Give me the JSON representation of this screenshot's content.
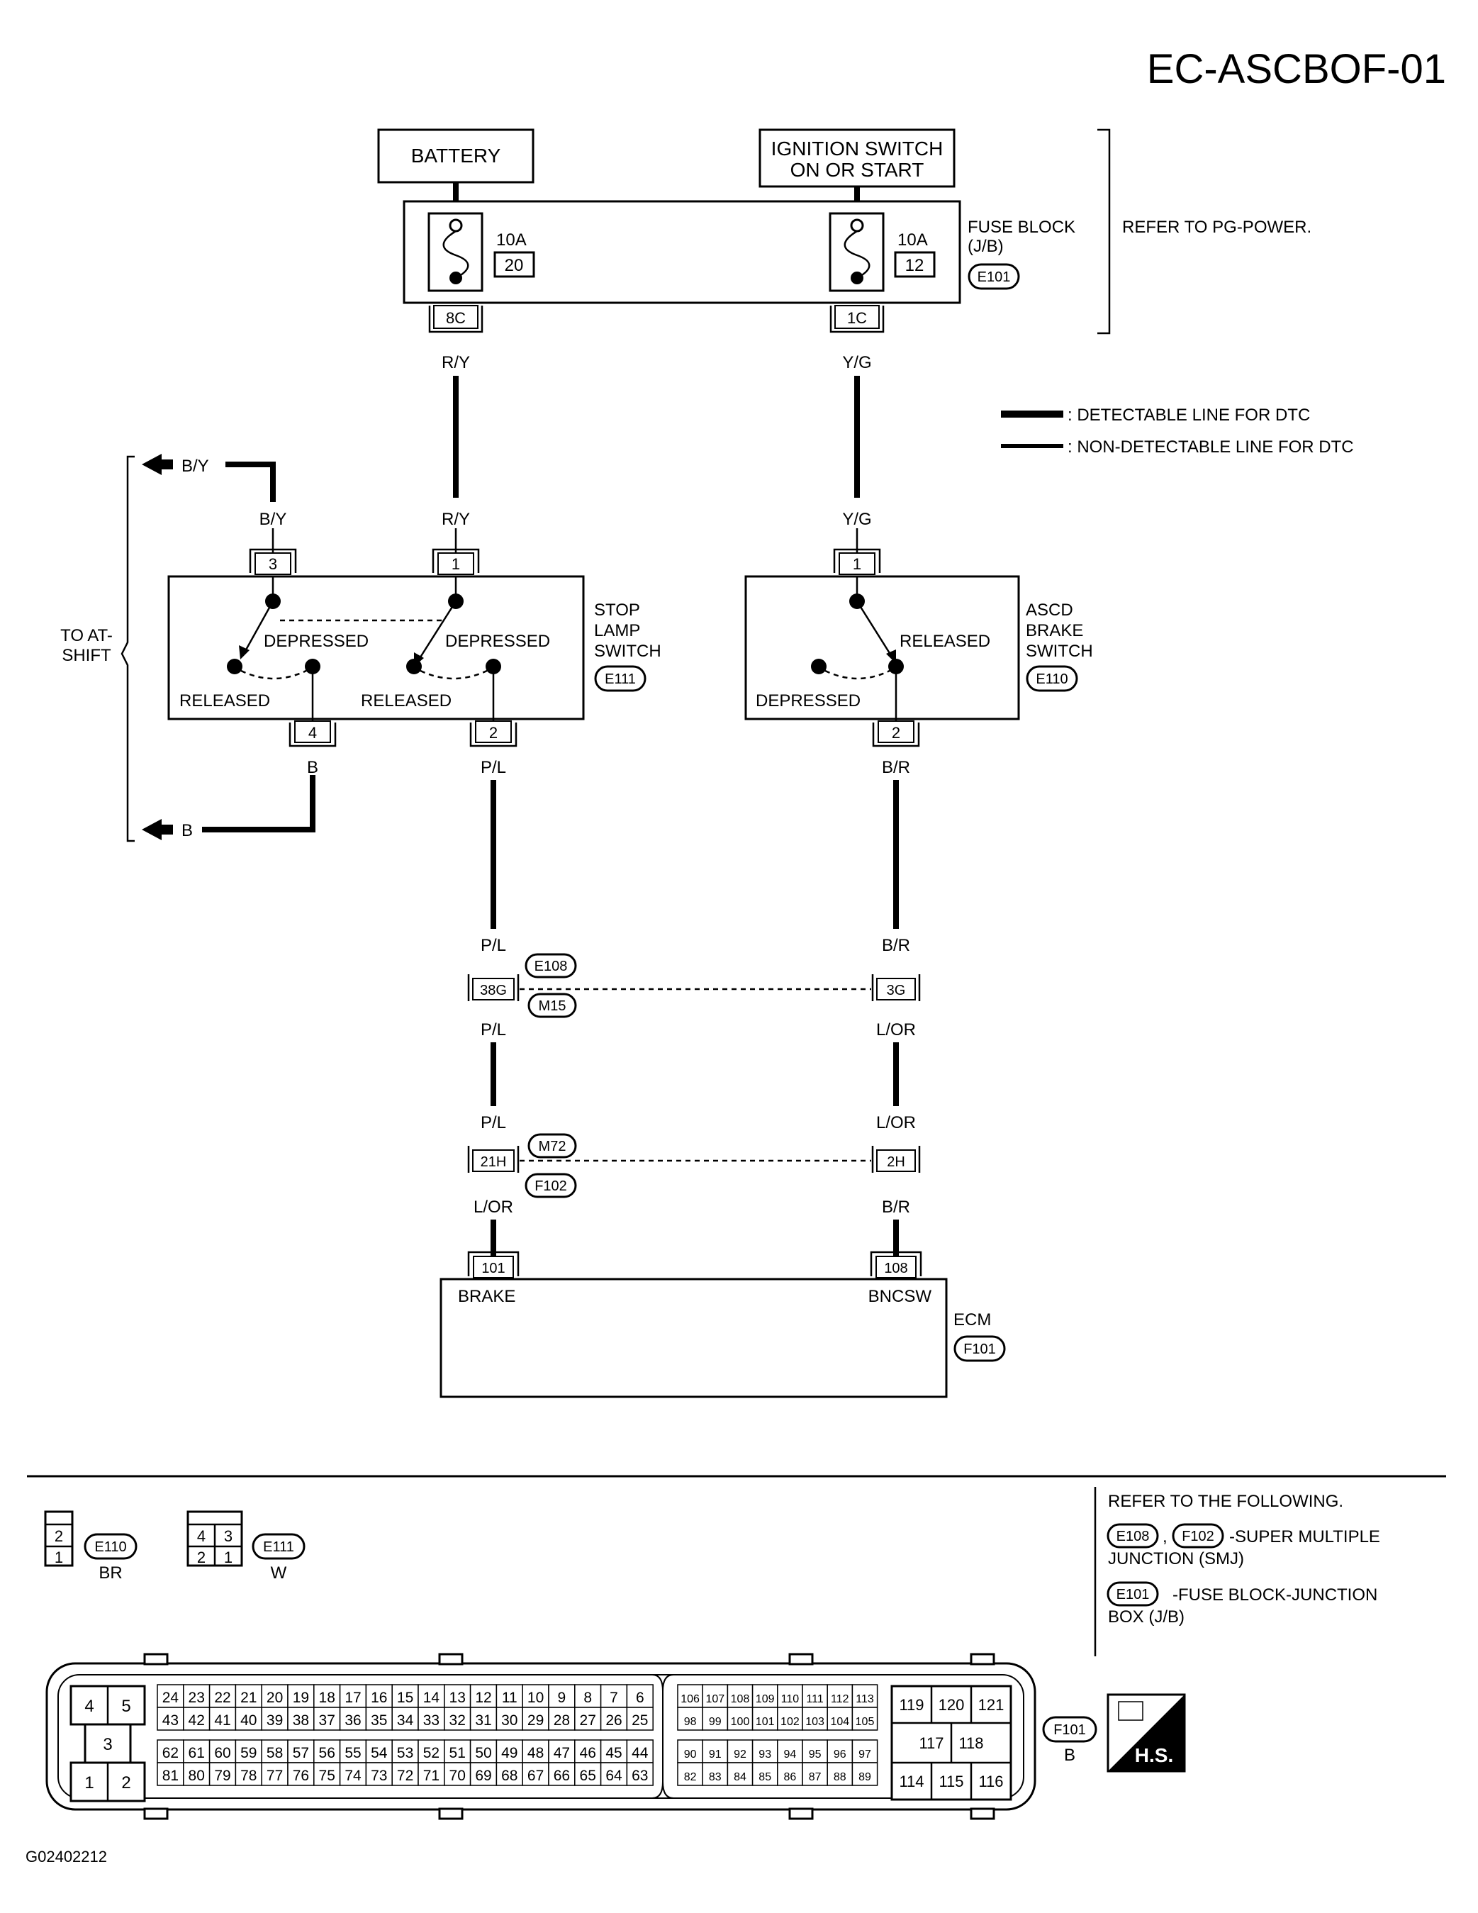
{
  "title": "EC-ASCBOF-01",
  "footer_code": "G02402212",
  "power": {
    "battery": "BATTERY",
    "ignition_line1": "IGNITION SWITCH",
    "ignition_line2": "ON OR START"
  },
  "fuse_block": {
    "label_line1": "FUSE BLOCK",
    "label_line2": "(J/B)",
    "connector": "E101",
    "refer": "REFER TO PG-POWER.",
    "fuse_left_amp": "10A",
    "fuse_left_num": "20",
    "fuse_right_amp": "10A",
    "fuse_right_num": "12",
    "term_left": "8C",
    "term_right": "1C"
  },
  "legend": {
    "detectable": ": DETECTABLE LINE FOR DTC",
    "non_detectable": ": NON-DETECTABLE LINE FOR DTC"
  },
  "wires": {
    "ry": "R/Y",
    "yg": "Y/G",
    "by": "B/Y",
    "b": "B",
    "pl": "P/L",
    "br": "B/R",
    "lor": "L/OR"
  },
  "at_shift": {
    "line1": "TO AT-",
    "line2": "SHIFT"
  },
  "stop_lamp": {
    "line1": "STOP",
    "line2": "LAMP",
    "line3": "SWITCH",
    "connector": "E111",
    "pins": [
      "3",
      "1",
      "4",
      "2"
    ],
    "depressed": "DEPRESSED",
    "released": "RELEASED"
  },
  "ascd": {
    "line1": "ASCD",
    "line2": "BRAKE",
    "line3": "SWITCH",
    "connector": "E110",
    "pins": [
      "1",
      "2"
    ],
    "released": "RELEASED",
    "depressed": "DEPRESSED"
  },
  "joints": {
    "e108": "E108",
    "m15": "M15",
    "m72": "M72",
    "f102": "F102",
    "t38g": "38G",
    "t3g": "3G",
    "t21h": "21H",
    "t2h": "2H"
  },
  "ecm": {
    "label": "ECM",
    "connector": "F101",
    "pin_brake": "101",
    "pin_bncsw": "108",
    "brake": "BRAKE",
    "bncsw": "BNCSW"
  },
  "bottom": {
    "e110_pins": [
      "2",
      "1"
    ],
    "e110": "E110",
    "e110_color": "BR",
    "e111_pins": [
      "4",
      "3",
      "2",
      "1"
    ],
    "e111": "E111",
    "e111_color": "W",
    "refer_title": "REFER TO THE FOLLOWING.",
    "ref_e108": "E108",
    "ref_f102": "F102",
    "comma": ",",
    "smj_line1": "-SUPER MULTIPLE",
    "smj_line2": "JUNCTION (SMJ)",
    "ref_e101": "E101",
    "jb_line1": "-FUSE BLOCK-JUNCTION",
    "jb_line2": "BOX (J/B)",
    "f101": "F101",
    "f101_color": "B",
    "hs": "H.S.",
    "ecm_left_pins": [
      "4",
      "5",
      "3",
      "1",
      "2"
    ],
    "ecm_rows_a": [
      [
        "24",
        "23",
        "22",
        "21",
        "20",
        "19",
        "18",
        "17",
        "16",
        "15",
        "14",
        "13",
        "12",
        "11",
        "10",
        "9",
        "8",
        "7",
        "6"
      ],
      [
        "43",
        "42",
        "41",
        "40",
        "39",
        "38",
        "37",
        "36",
        "35",
        "34",
        "33",
        "32",
        "31",
        "30",
        "29",
        "28",
        "27",
        "26",
        "25"
      ],
      [
        "62",
        "61",
        "60",
        "59",
        "58",
        "57",
        "56",
        "55",
        "54",
        "53",
        "52",
        "51",
        "50",
        "49",
        "48",
        "47",
        "46",
        "45",
        "44"
      ],
      [
        "81",
        "80",
        "79",
        "78",
        "77",
        "76",
        "75",
        "74",
        "73",
        "72",
        "71",
        "70",
        "69",
        "68",
        "67",
        "66",
        "65",
        "64",
        "63"
      ]
    ],
    "ecm_rows_b": [
      [
        "106",
        "107",
        "108",
        "109",
        "110",
        "111",
        "112",
        "113"
      ],
      [
        "98",
        "99",
        "100",
        "101",
        "102",
        "103",
        "104",
        "105"
      ],
      [
        "90",
        "91",
        "92",
        "93",
        "94",
        "95",
        "96",
        "97"
      ],
      [
        "82",
        "83",
        "84",
        "85",
        "86",
        "87",
        "88",
        "89"
      ]
    ],
    "ecm_right_pins": [
      "119",
      "120",
      "121",
      "117",
      "118",
      "114",
      "115",
      "116"
    ]
  }
}
